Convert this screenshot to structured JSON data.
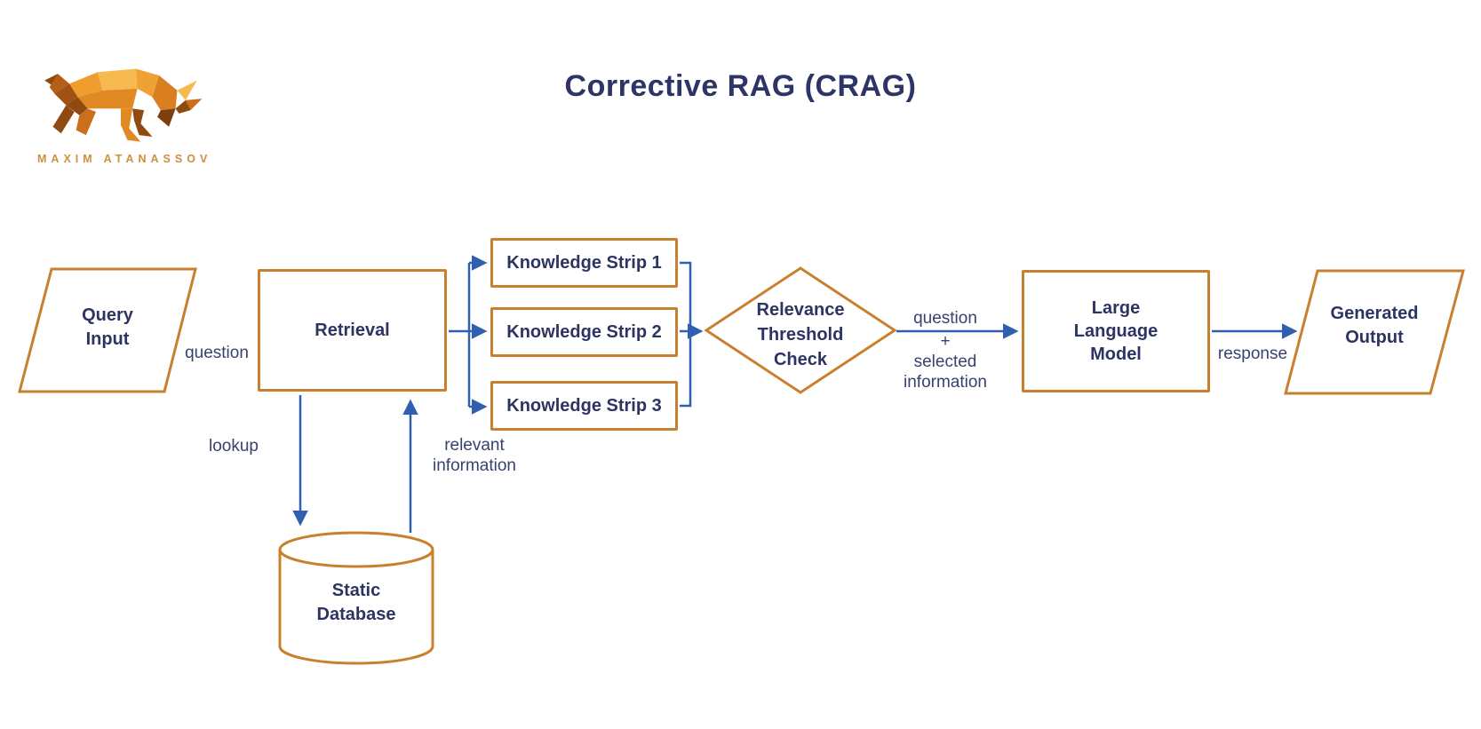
{
  "brand": {
    "wordmark": "MAXIM ATANASSOV",
    "logo_icon": "low-poly-bull"
  },
  "title": "Corrective RAG (CRAG)",
  "colors": {
    "shape_border_orange": "#c9802e",
    "node_text_navy": "#2d3462",
    "edge_label_navy": "#39426e",
    "arrow_blue": "#2f5fae",
    "brand_orange": "#cb9041",
    "background": "#ffffff"
  },
  "nodes": {
    "query_input": "Query\nInput",
    "retrieval": "Retrieval",
    "knowledge_strips": [
      "Knowledge Strip 1",
      "Knowledge Strip 2",
      "Knowledge Strip 3"
    ],
    "relevance_check": "Relevance\nThreshold\nCheck",
    "llm": "Large\nLanguage\nModel",
    "generated_output": "Generated\nOutput",
    "static_database": "Static\nDatabase"
  },
  "edge_labels": {
    "question": "question",
    "lookup": "lookup",
    "relevant_information": "relevant\ninformation",
    "question_plus_top": "question",
    "question_plus_bottom": "+\nselected\ninformation",
    "response": "response"
  }
}
